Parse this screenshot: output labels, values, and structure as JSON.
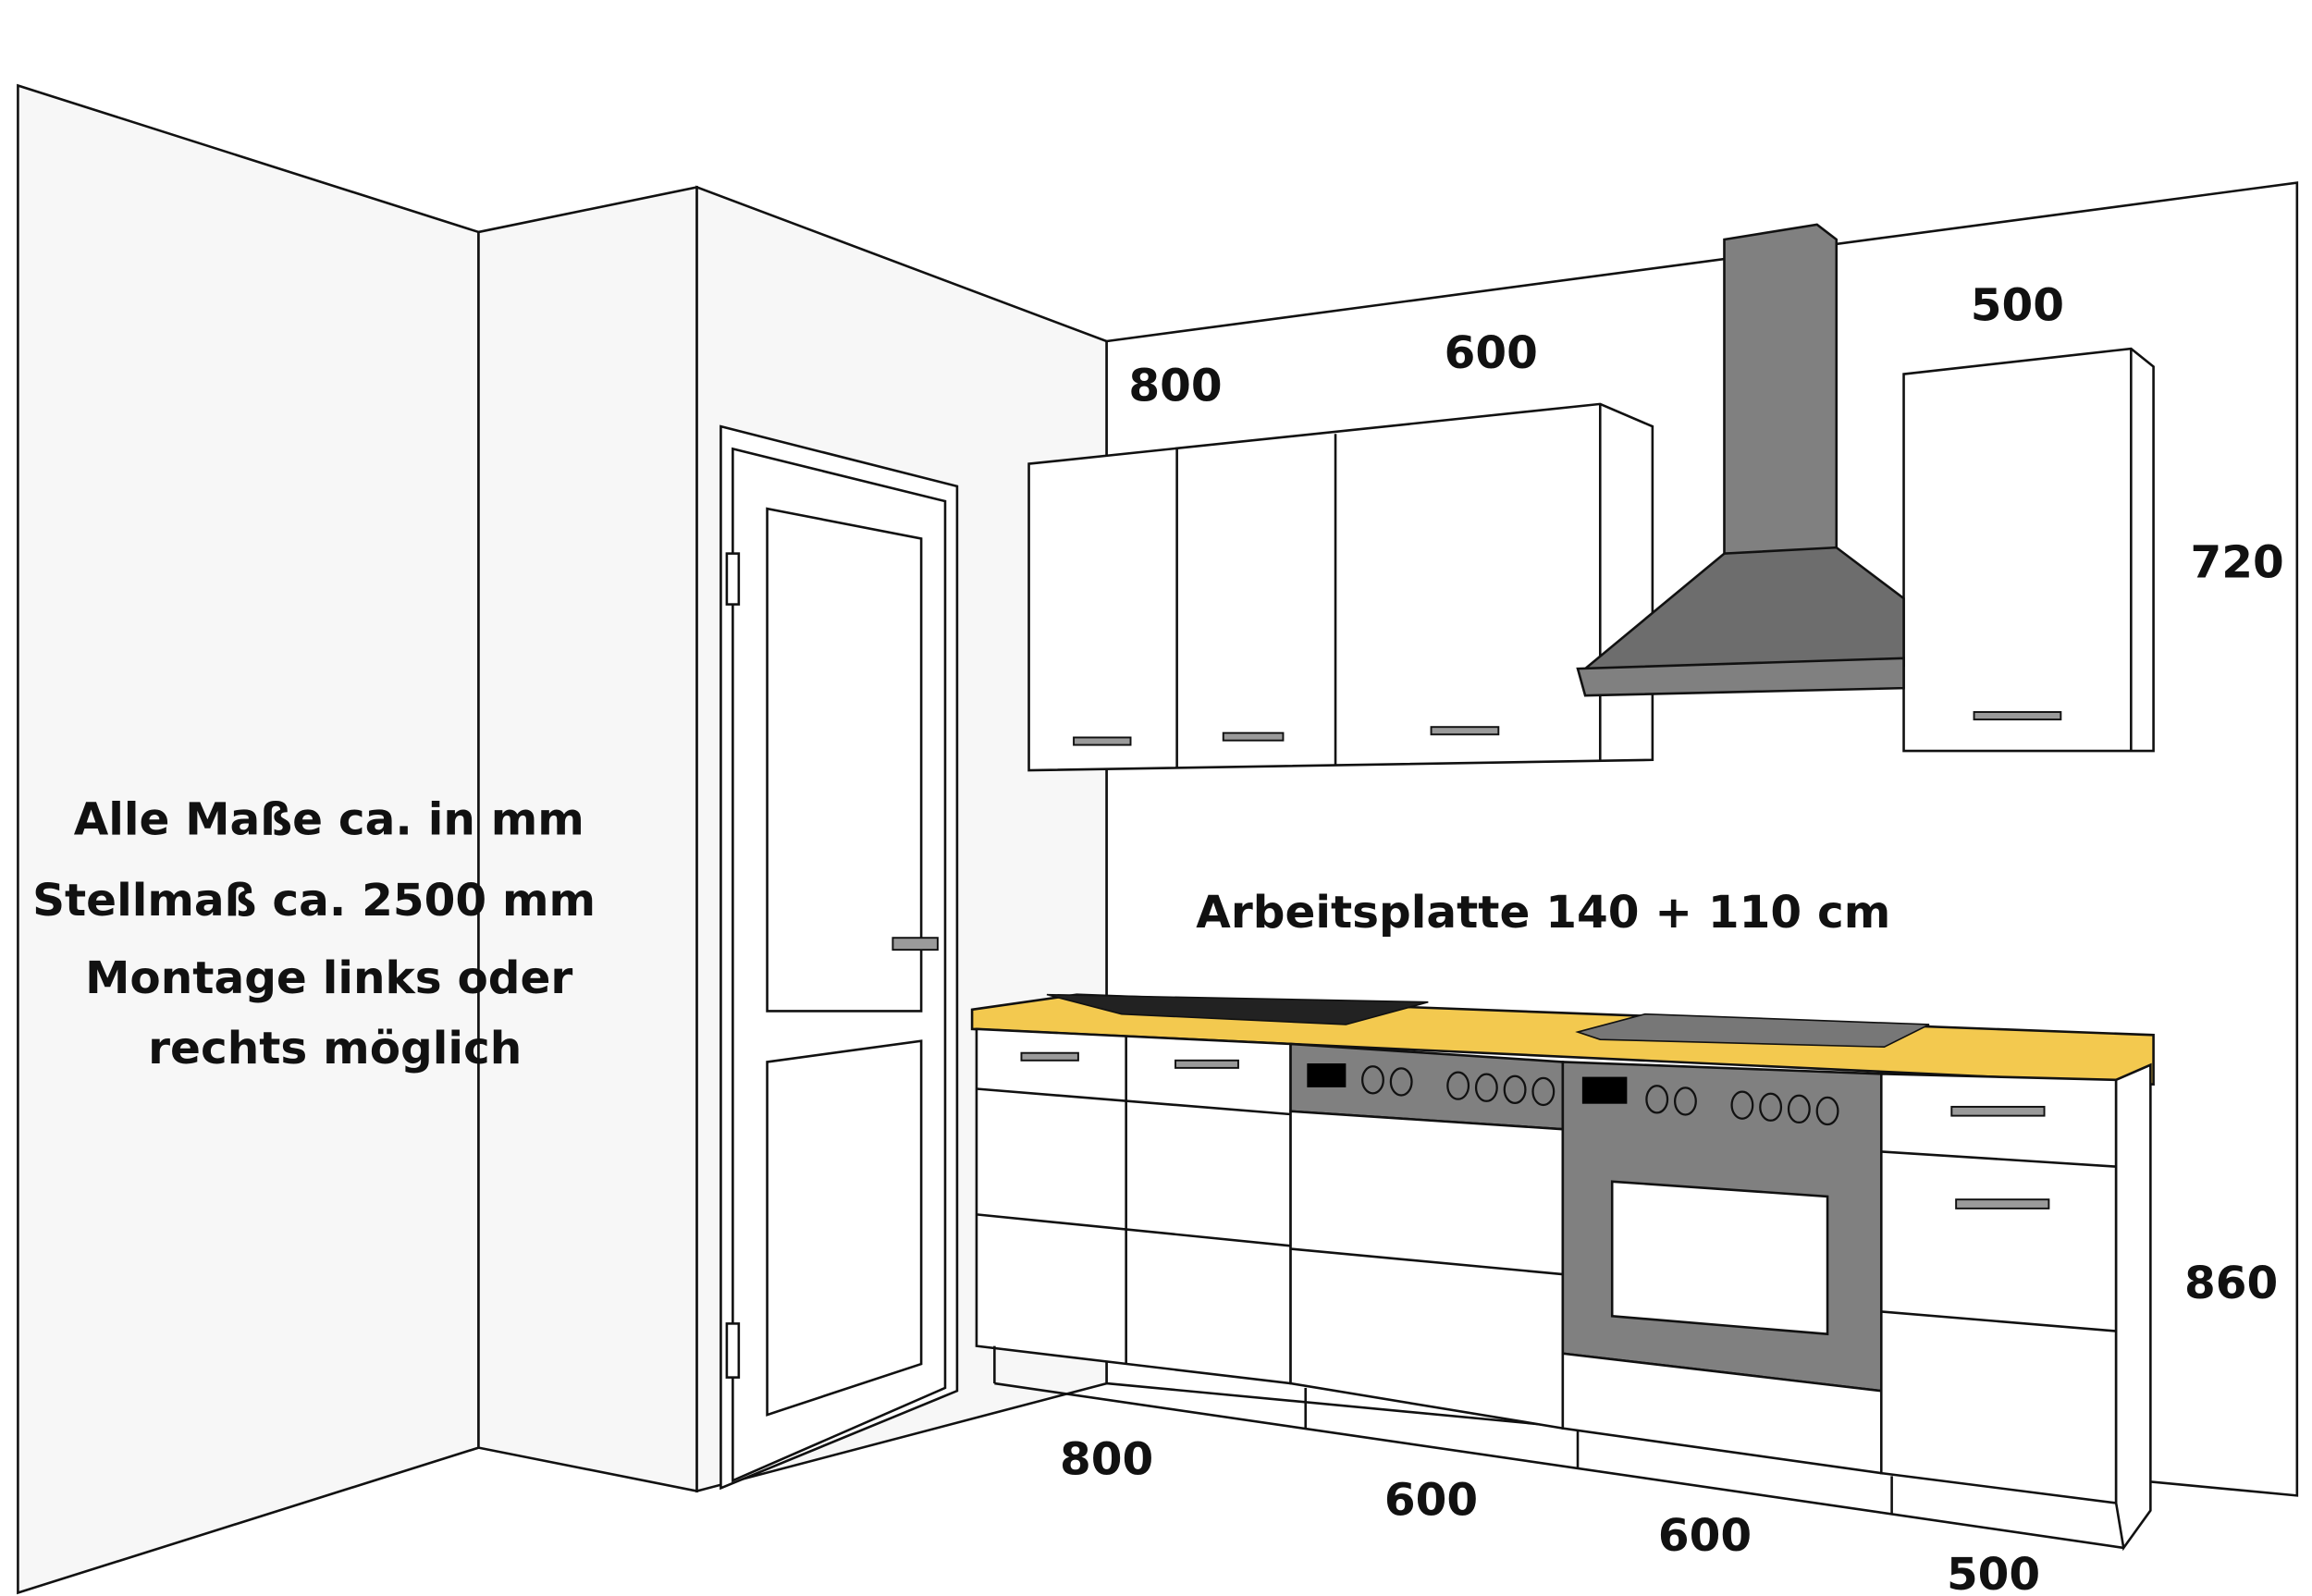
{
  "notes": {
    "line1": "Alle Maße ca. in mm",
    "line2": "Stellmaß ca. 2500 mm",
    "line3": "Montage links oder",
    "line4": "rechts möglich"
  },
  "worktop_label": "Arbeitsplatte 140 + 110 cm",
  "upper_dims": {
    "a": "800",
    "b": "600",
    "c": "500"
  },
  "heights": {
    "upper": "720",
    "base": "860"
  },
  "base_dims": {
    "a": "800",
    "b": "600",
    "c": "600",
    "d": "500"
  },
  "colors": {
    "worktop": "#f3c94f",
    "appliance": "#808080"
  }
}
